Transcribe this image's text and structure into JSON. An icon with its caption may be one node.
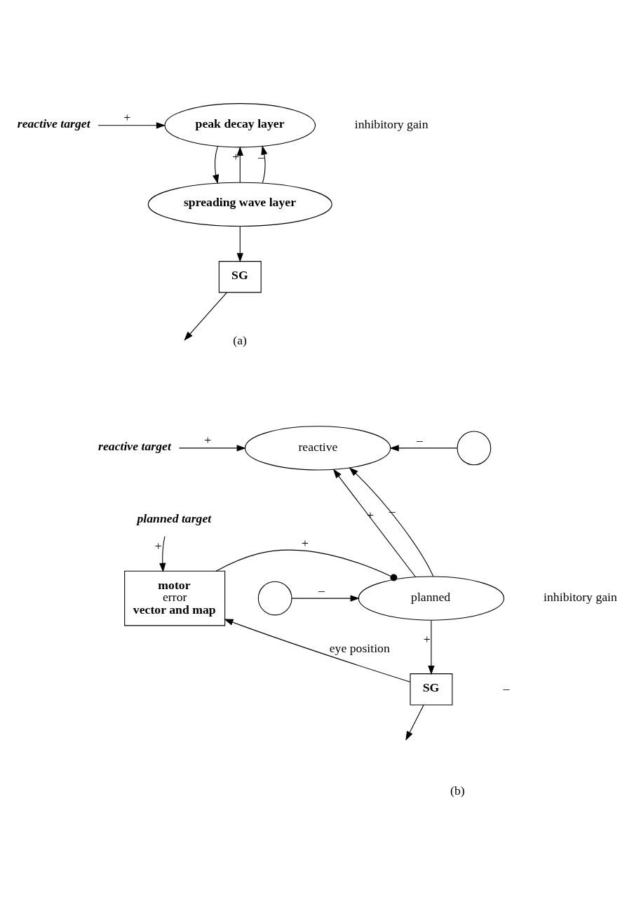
{
  "diagram": {
    "nodes": [
      {
        "text": [
          "*reactive target*"
        ]
      },
      {
        "text": [
          "**peak decay layer**"
        ]
      },
      {
        "text": [
          "**spreading wave layer**"
        ]
      },
      {
        "text": [
          "**SG**"
        ]
      },
      {
        "text": [
          "*reactive target*"
        ]
      },
      {
        "text": [
          "reactive"
        ]
      },
      {
        "text": [
          "*planned target*"
        ]
      },
      {
        "text": [
          "**motor**",
          "error",
          "**vector and map**"
        ]
      },
      {
        "text": [
          "planned"
        ]
      },
      {
        "text": [
          "**SG**"
        ]
      },
      {
        "text": [],
        "shape": "circle"
      },
      {
        "text": [],
        "shape": "circle"
      }
    ],
    "edges": [
      {
        "from": 0,
        "to": 1,
        "arrow": "to",
        "label": "+"
      },
      {
        "from": 1,
        "to": 2,
        "arrow": "to"
      },
      {
        "from": 2,
        "to": 1,
        "arrow": "to",
        "label": "+"
      },
      {
        "from": 2,
        "to": 1,
        "arrow": "to",
        "label": "–"
      },
      {
        "from": 2,
        "to": 3,
        "arrow": "to"
      },
      {
        "from": 3,
        "to": null,
        "arrow": "to"
      },
      {
        "from": 4,
        "to": 5,
        "arrow": "to",
        "label": "+"
      },
      {
        "from": 6,
        "to": 7,
        "arrow": "to",
        "label": "+"
      },
      {
        "from": 8,
        "to": 5,
        "arrow": "to",
        "label": "+"
      },
      {
        "from": 8,
        "to": 5,
        "arrow": "to",
        "label": "–"
      },
      {
        "from": 10,
        "to": 5,
        "arrow": "to",
        "label": "–"
      },
      {
        "from": 11,
        "to": 8,
        "arrow": "to",
        "label": "–"
      },
      {
        "from": 7,
        "to": 8,
        "arrow": "other",
        "label": "+"
      },
      {
        "from": 8,
        "to": 9,
        "arrow": "to",
        "label": "+"
      },
      {
        "from": 9,
        "to": 7,
        "arrow": "to",
        "label": "eye position"
      },
      {
        "from": 9,
        "to": null,
        "arrow": "to"
      }
    ],
    "labels": [
      "inhibitory gain",
      "(a)",
      "–",
      "inhibitory gain",
      "(b)"
    ]
  }
}
